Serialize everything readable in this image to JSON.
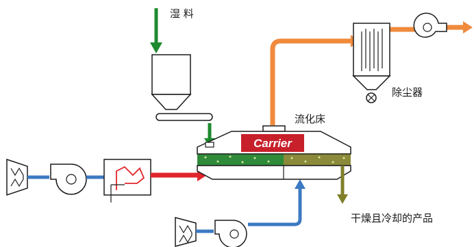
{
  "labels": {
    "wet_material": "湿 料",
    "fluid_bed": "流化床",
    "dust_collector": "除尘器",
    "dried_cooled_product": "干燥且冷却的产品",
    "brand": "Carrier"
  },
  "colors": {
    "green_feed": "#1e8a2e",
    "orange_exhaust": "#f08a3c",
    "red_hot_air": "#e0262b",
    "blue_air": "#3c79c2",
    "olive_product": "#7f7f2a",
    "brand_red": "#c8202a",
    "equipment_outline": "#1a1a1a"
  }
}
